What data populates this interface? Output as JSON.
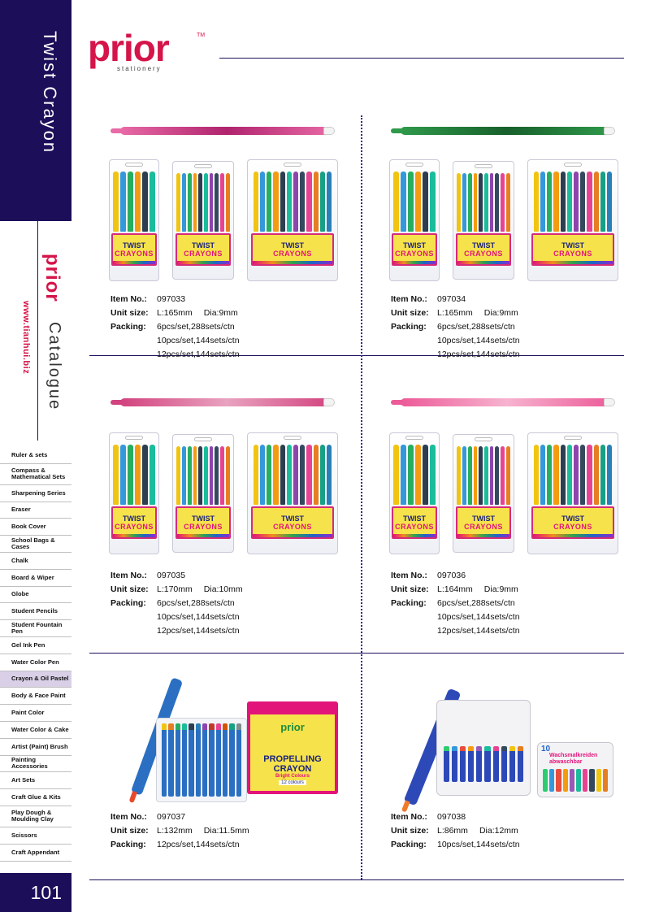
{
  "header": {
    "brand": "prior",
    "brand_tm": "TM",
    "brand_sub": "stationery"
  },
  "side": {
    "section_title": "Twist Crayon",
    "logo": "prior",
    "website": "www.tianhui.biz",
    "catalogue": "Catalogue",
    "page_number": "101"
  },
  "nav": [
    {
      "label": "Ruler & sets",
      "active": false
    },
    {
      "label": "Compass & Mathematical Sets",
      "active": false
    },
    {
      "label": "Sharpening Series",
      "active": false
    },
    {
      "label": "Eraser",
      "active": false
    },
    {
      "label": "Book Cover",
      "active": false
    },
    {
      "label": "School Bags & Cases",
      "active": false
    },
    {
      "label": "Chalk",
      "active": false
    },
    {
      "label": "Board & Wiper",
      "active": false
    },
    {
      "label": "Globe",
      "active": false
    },
    {
      "label": "Student Pencils",
      "active": false
    },
    {
      "label": "Student Fountain Pen",
      "active": false
    },
    {
      "label": "Gel Ink Pen",
      "active": false
    },
    {
      "label": "Water Color Pen",
      "active": false
    },
    {
      "label": "Crayon & Oil Pastel",
      "active": true
    },
    {
      "label": "Body & Face Paint",
      "active": false
    },
    {
      "label": "Paint Color",
      "active": false
    },
    {
      "label": "Water Color & Cake",
      "active": false
    },
    {
      "label": "Artist (Paint) Brush",
      "active": false
    },
    {
      "label": "Painting Accessories",
      "active": false
    },
    {
      "label": "Art Sets",
      "active": false
    },
    {
      "label": "Craft Glue & Kits",
      "active": false
    },
    {
      "label": "Play Dough & Moulding Clay",
      "active": false
    },
    {
      "label": "Scissors",
      "active": false
    },
    {
      "label": "Craft Appendant",
      "active": false
    }
  ],
  "labels": {
    "item_no": "Item No.:",
    "unit_size": "Unit size:",
    "packing": "Packing:"
  },
  "package_text": {
    "twist": "TWIST",
    "crayons": "CRAYONS",
    "prior": "prior",
    "propelling": "PROPELLING",
    "crayon": "CRAYON",
    "bright": "Bright Colours",
    "count": "12 colours",
    "tin_count": "10",
    "tin_title": "Wachsmalkreiden abwaschbar"
  },
  "products": [
    {
      "item_no": "097033",
      "size_len": "L:165mm",
      "size_dia": "Dia:9mm",
      "packing": [
        "6pcs/set,288sets/ctn",
        "10pcs/set,144sets/ctn",
        "12pcs/set,144sets/ctn"
      ],
      "colors": {
        "body": "#e86aa6",
        "accent": "#b0246e"
      }
    },
    {
      "item_no": "097034",
      "size_len": "L:165mm",
      "size_dia": "Dia:9mm",
      "packing": [
        "6pcs/set,288sets/ctn",
        "10pcs/set,144sets/ctn",
        "12pcs/set,144sets/ctn"
      ],
      "colors": {
        "body": "#2f9a4a",
        "accent": "#18602c"
      }
    },
    {
      "item_no": "097035",
      "size_len": "L:170mm",
      "size_dia": "Dia:10mm",
      "packing": [
        "6pcs/set,288sets/ctn",
        "10pcs/set,144sets/ctn",
        "12pcs/set,144sets/ctn"
      ],
      "colors": {
        "body": "#d2427e",
        "accent": "#e9a2c0"
      }
    },
    {
      "item_no": "097036",
      "size_len": "L:164mm",
      "size_dia": "Dia:9mm",
      "packing": [
        "6pcs/set,288sets/ctn",
        "10pcs/set,144sets/ctn",
        "12pcs/set,144sets/ctn"
      ],
      "colors": {
        "body": "#ec5a98",
        "accent": "#f7b3cf"
      }
    },
    {
      "item_no": "097037",
      "size_len": "L:132mm",
      "size_dia": "Dia:11.5mm",
      "packing": [
        "12pcs/set,144sets/ctn"
      ],
      "colors": {
        "body": "#2a6fc2",
        "accent": "#e84a2a"
      }
    },
    {
      "item_no": "097038",
      "size_len": "L:86mm",
      "size_dia": "Dia:12mm",
      "packing": [
        "10pcs/set,144sets/ctn"
      ],
      "colors": {
        "body": "#2d49b8",
        "accent": "#f07a2a"
      }
    }
  ]
}
